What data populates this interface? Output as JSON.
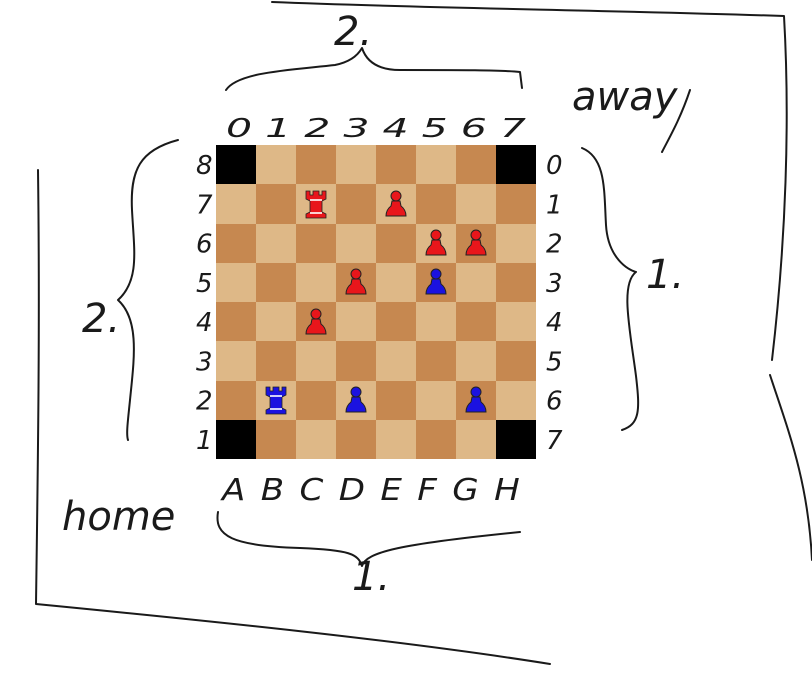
{
  "annotations": {
    "top_count": "2.",
    "top_word": "away",
    "left_count": "2.",
    "left_word": "home",
    "right_count": "1.",
    "bottom_count": "1."
  },
  "labels": {
    "top_numbers": "0 1 2 3 4 5 6 7",
    "right_numbers": [
      "0",
      "1",
      "2",
      "3",
      "4",
      "5",
      "6",
      "7"
    ],
    "left_ranks": [
      "8",
      "7",
      "6",
      "5",
      "4",
      "3",
      "2",
      "1"
    ],
    "bottom_files": "A B C D E F G H"
  },
  "board": {
    "colors": {
      "light": "#deb887",
      "dark": "#c68850",
      "blocked": "#000000",
      "red": "#e8161b",
      "blue": "#1b12e0"
    },
    "blocked_squares": [
      "a8",
      "h8",
      "a1",
      "h1"
    ],
    "pieces": [
      {
        "square": "c7",
        "type": "rook",
        "color": "red"
      },
      {
        "square": "e7",
        "type": "pawn",
        "color": "red"
      },
      {
        "square": "f6",
        "type": "pawn",
        "color": "red"
      },
      {
        "square": "g6",
        "type": "pawn",
        "color": "red"
      },
      {
        "square": "d5",
        "type": "pawn",
        "color": "red"
      },
      {
        "square": "f5",
        "type": "pawn",
        "color": "blue"
      },
      {
        "square": "c4",
        "type": "pawn",
        "color": "red"
      },
      {
        "square": "b2",
        "type": "rook",
        "color": "blue"
      },
      {
        "square": "d2",
        "type": "pawn",
        "color": "blue"
      },
      {
        "square": "g2",
        "type": "pawn",
        "color": "blue"
      }
    ]
  }
}
